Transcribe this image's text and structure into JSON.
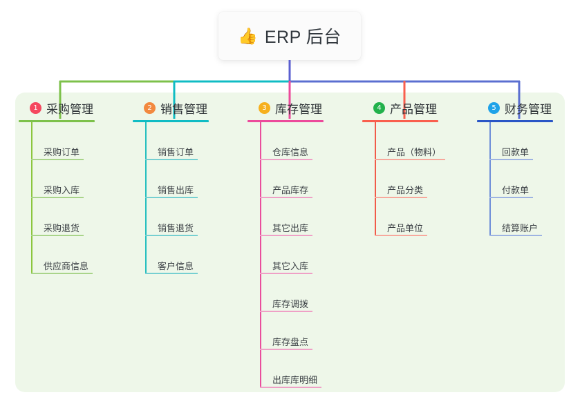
{
  "root": {
    "icon": "thumbs-up-icon",
    "icon_glyph": "👍",
    "title": "ERP 后台"
  },
  "panel": {
    "background": "#eef7e9"
  },
  "columns": [
    {
      "index": "1",
      "title": "采购管理",
      "badge_color": "#f5485f",
      "rule_color": "#7dc14b",
      "spine_color": "#8cc63f",
      "leaf_rule_color": "#a9d48a",
      "connector_color": "#7dc14b",
      "items": [
        "采购订单",
        "采购入库",
        "采购退货",
        "供应商信息"
      ]
    },
    {
      "index": "2",
      "title": "销售管理",
      "badge_color": "#f2893f",
      "rule_color": "#10bcc4",
      "spine_color": "#25bfbf",
      "leaf_rule_color": "#76cfd1",
      "connector_color": "#10bcc4",
      "items": [
        "销售订单",
        "销售出库",
        "销售退货",
        "客户信息"
      ]
    },
    {
      "index": "3",
      "title": "库存管理",
      "badge_color": "#f6b01e",
      "rule_color": "#ec4a9b",
      "spine_color": "#e94e9c",
      "leaf_rule_color": "#efa0c6",
      "connector_color": "#ec4a9b",
      "items": [
        "仓库信息",
        "产品库存",
        "其它出库",
        "其它入库",
        "库存调拨",
        "库存盘点",
        "出库库明细"
      ]
    },
    {
      "index": "4",
      "title": "产品管理",
      "badge_color": "#22b14c",
      "rule_color": "#f95f4e",
      "spine_color": "#f15b4a",
      "leaf_rule_color": "#f7a89c",
      "connector_color": "#f95f4e",
      "items": [
        "产品（物料）",
        "产品分类",
        "产品单位"
      ]
    },
    {
      "index": "5",
      "title": "财务管理",
      "badge_color": "#1fa2e8",
      "rule_color": "#2a56c6",
      "spine_color": "#6f8fd8",
      "leaf_rule_color": "#9db3e2",
      "connector_color": "#5b6fd0",
      "items": [
        "回款单",
        "付款单",
        "结算账户"
      ]
    }
  ],
  "connectors": {
    "root_stem_color": "#5b5fd0",
    "bus_segments": [
      {
        "name": "segment-green",
        "color": "#7dc14b"
      },
      {
        "name": "segment-teal",
        "color": "#10bcc4"
      },
      {
        "name": "segment-blue",
        "color": "#5b6fd0"
      }
    ]
  }
}
